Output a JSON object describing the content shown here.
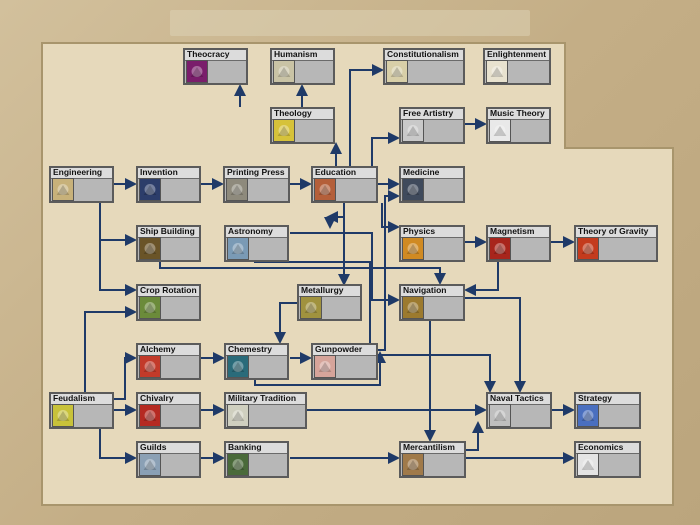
{
  "screen": {
    "title": "Technology Tree"
  },
  "techs": [
    {
      "id": "theocracy",
      "label": "Theocracy",
      "icon": "theocracy-icon",
      "color": "#7a1d6b"
    },
    {
      "id": "humanism",
      "label": "Humanism",
      "icon": "humanism-icon",
      "color": "#c9c3a5"
    },
    {
      "id": "constitutionalism",
      "label": "Constitutionalism",
      "icon": "constitutionalism-icon",
      "color": "#d8cfa8"
    },
    {
      "id": "enlightenment",
      "label": "Enlightenment",
      "icon": "enlightenment-icon",
      "color": "#e8e2cf"
    },
    {
      "id": "theology",
      "label": "Theology",
      "icon": "theology-icon",
      "color": "#d6c23a"
    },
    {
      "id": "free_artistry",
      "label": "Free Artistry",
      "icon": "free-artistry-icon",
      "color": "#c9c9c9"
    },
    {
      "id": "music_theory",
      "label": "Music Theory",
      "icon": "music-theory-icon",
      "color": "#e9e9e9"
    },
    {
      "id": "engineering",
      "label": "Engineering",
      "icon": "engineering-icon",
      "color": "#c7b17a"
    },
    {
      "id": "invention",
      "label": "Invention",
      "icon": "invention-icon",
      "color": "#2c3d6a"
    },
    {
      "id": "printing_press",
      "label": "Printing Press",
      "icon": "printing-press-icon",
      "color": "#8e8a7c"
    },
    {
      "id": "education",
      "label": "Education",
      "icon": "education-icon",
      "color": "#b45f3a"
    },
    {
      "id": "medicine",
      "label": "Medicine",
      "icon": "medicine-icon",
      "color": "#3f4a5c"
    },
    {
      "id": "ship_building",
      "label": "Ship Building",
      "icon": "ship-building-icon",
      "color": "#6a5428"
    },
    {
      "id": "astronomy",
      "label": "Astronomy",
      "icon": "astronomy-icon",
      "color": "#7a9ab5"
    },
    {
      "id": "physics",
      "label": "Physics",
      "icon": "physics-icon",
      "color": "#d08a22"
    },
    {
      "id": "magnetism",
      "label": "Magnetism",
      "icon": "magnetism-icon",
      "color": "#a8251c"
    },
    {
      "id": "theory_of_gravity",
      "label": "Theory of Gravity",
      "icon": "theory-of-gravity-icon",
      "color": "#c43b1d"
    },
    {
      "id": "crop_rotation",
      "label": "Crop Rotation",
      "icon": "crop-rotation-icon",
      "color": "#6b8b3a"
    },
    {
      "id": "metallurgy",
      "label": "Metallurgy",
      "icon": "metallurgy-icon",
      "color": "#a0923e"
    },
    {
      "id": "navigation",
      "label": "Navigation",
      "icon": "navigation-icon",
      "color": "#9c7a2e"
    },
    {
      "id": "alchemy",
      "label": "Alchemy",
      "icon": "alchemy-icon",
      "color": "#c23a2a"
    },
    {
      "id": "chemestry",
      "label": "Chemestry",
      "icon": "chemestry-icon",
      "color": "#2a6b7a"
    },
    {
      "id": "gunpowder",
      "label": "Gunpowder",
      "icon": "gunpowder-icon",
      "color": "#d6a49a"
    },
    {
      "id": "feudalism",
      "label": "Feudalism",
      "icon": "feudalism-icon",
      "color": "#c8c23a"
    },
    {
      "id": "chivalry",
      "label": "Chivalry",
      "icon": "chivalry-icon",
      "color": "#b52a22"
    },
    {
      "id": "military_tradition",
      "label": "Military Tradition",
      "icon": "military-tradition-icon",
      "color": "#cfcfbf"
    },
    {
      "id": "naval_tactics",
      "label": "Naval Tactics",
      "icon": "naval-tactics-icon",
      "color": "#bfbfbf"
    },
    {
      "id": "strategy",
      "label": "Strategy",
      "icon": "strategy-icon",
      "color": "#4a6fbf"
    },
    {
      "id": "guilds",
      "label": "Guilds",
      "icon": "guilds-icon",
      "color": "#8aa0b5"
    },
    {
      "id": "banking",
      "label": "Banking",
      "icon": "banking-icon",
      "color": "#4a6a3a"
    },
    {
      "id": "mercantilism",
      "label": "Mercantilism",
      "icon": "mercantilism-icon",
      "color": "#a07a4a"
    },
    {
      "id": "economics",
      "label": "Economics",
      "icon": "economics-icon",
      "color": "#e4e4e4"
    }
  ],
  "link_color": "#1f3a68",
  "board_color": "#e6d9bb"
}
